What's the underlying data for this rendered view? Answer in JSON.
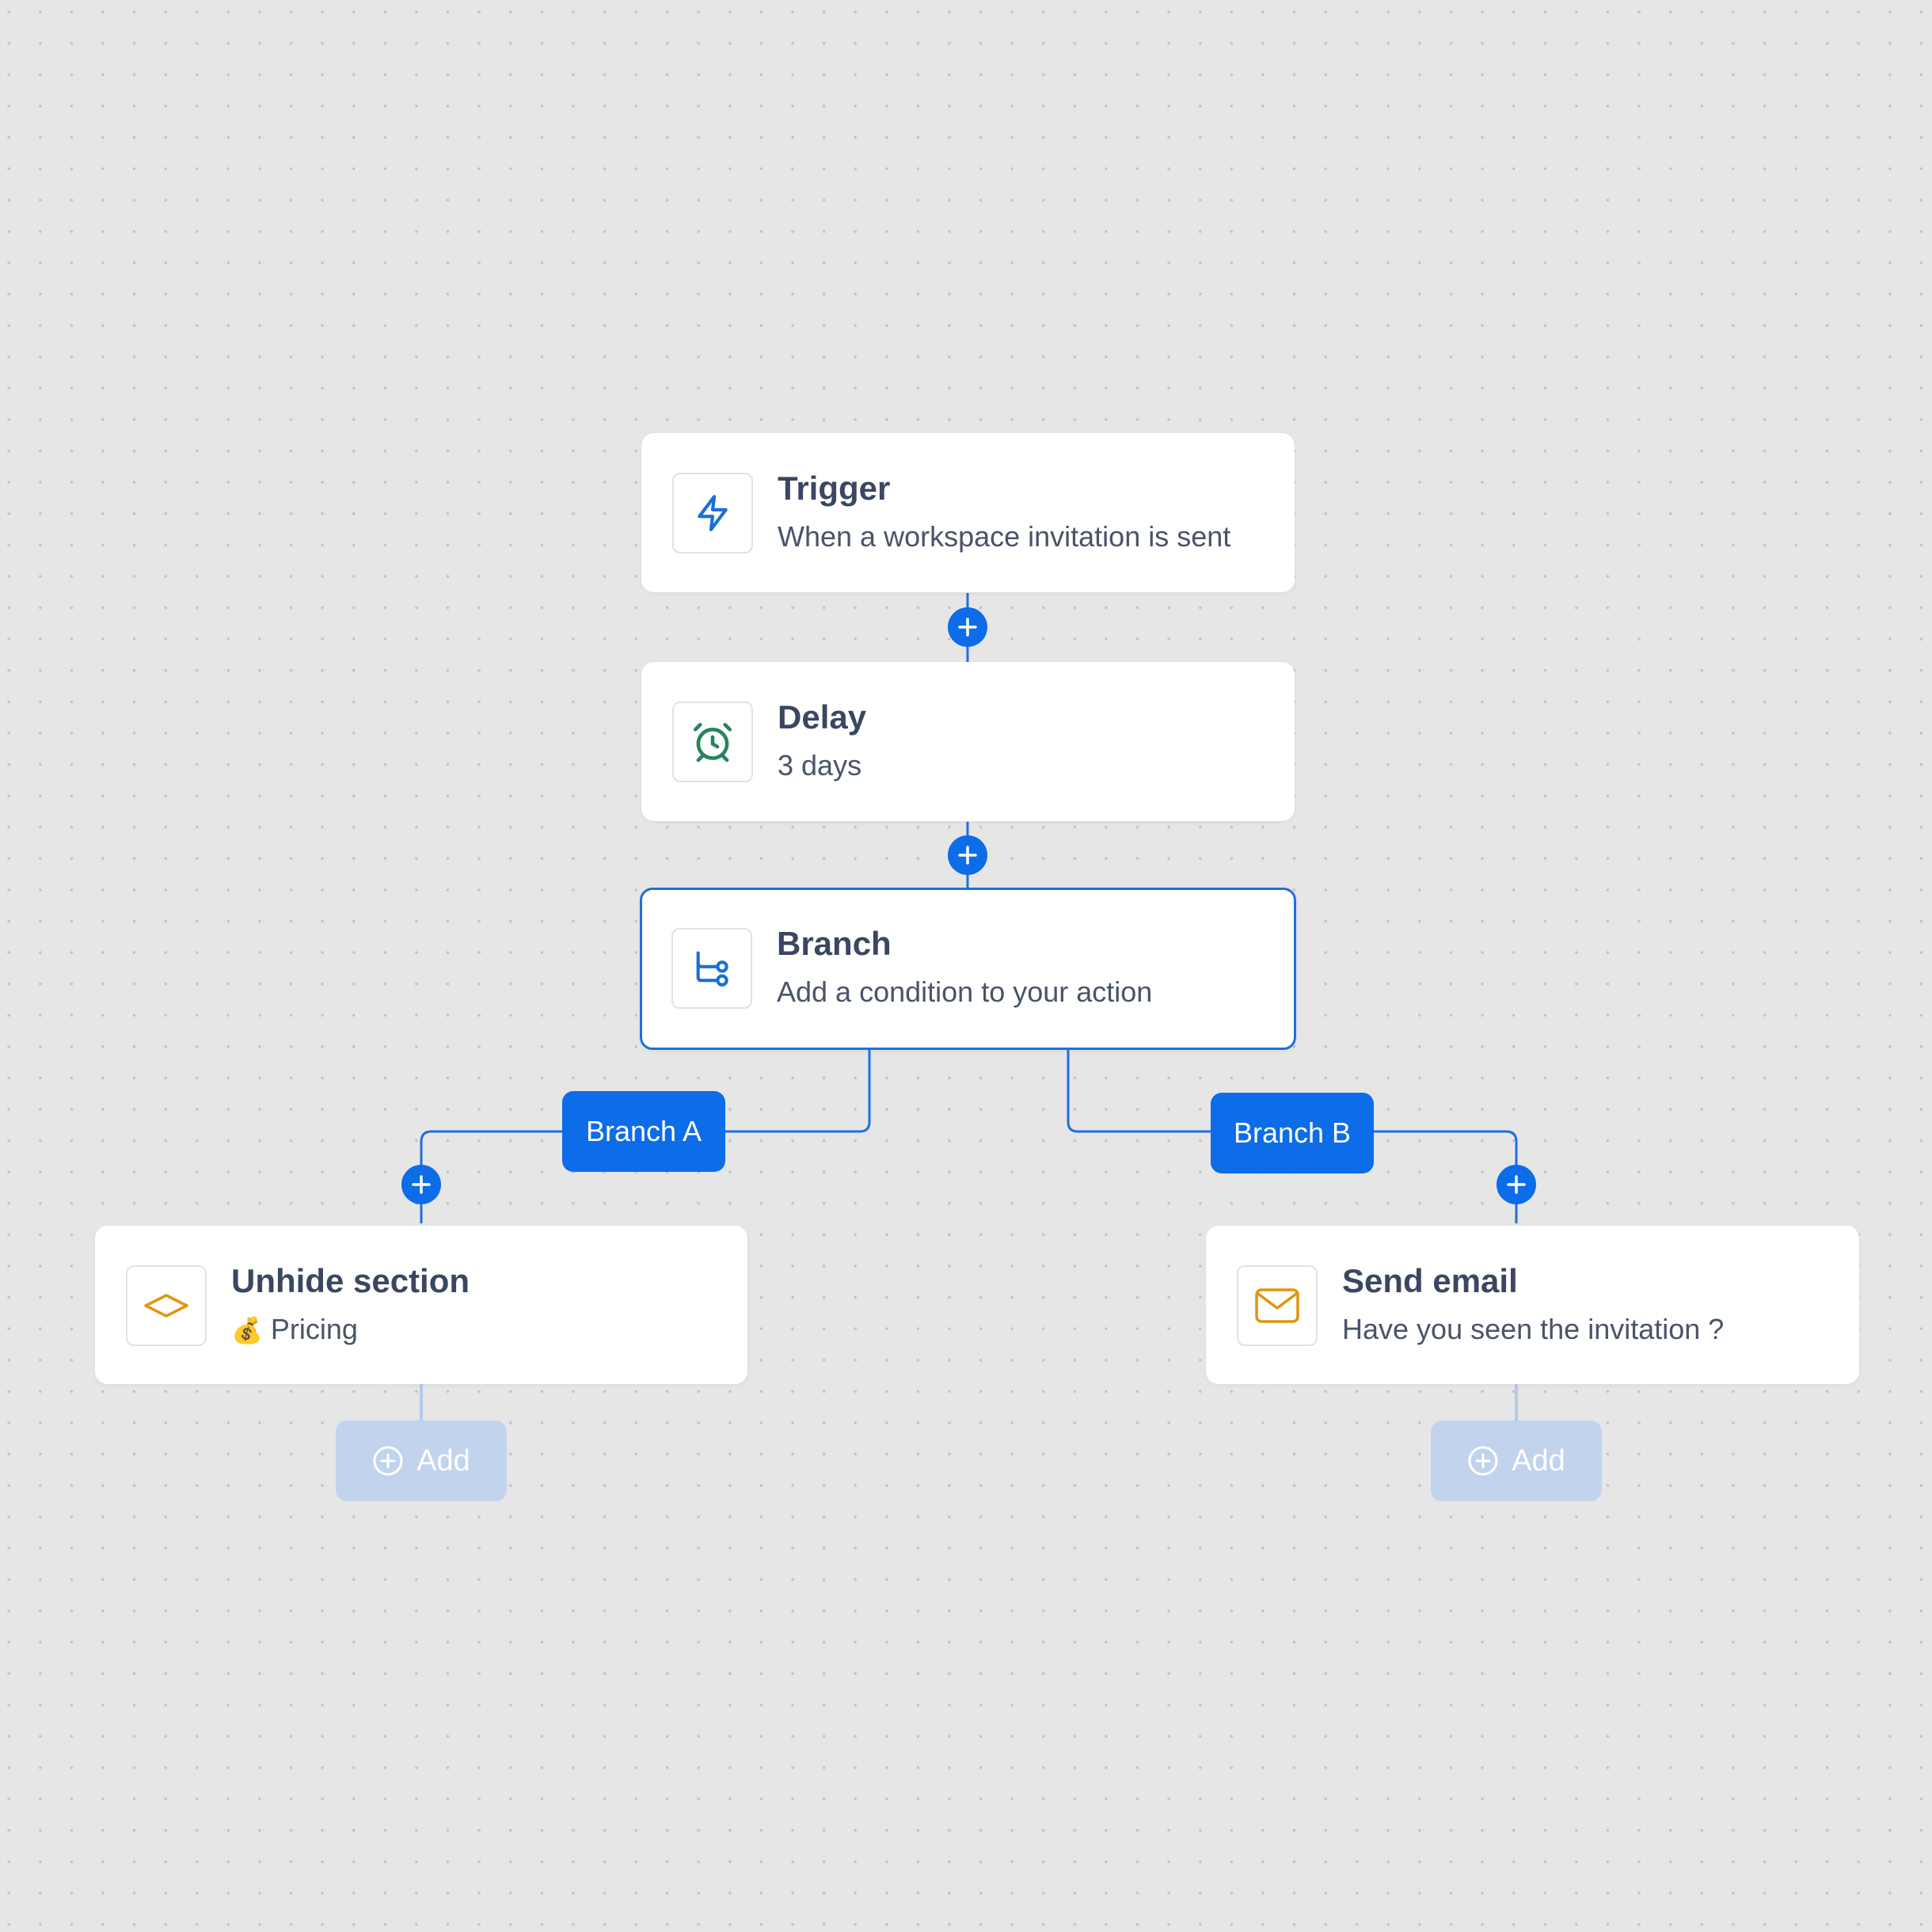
{
  "colors": {
    "background": "#e6e6e7",
    "accent": "#0d6ce8",
    "selected_border": "#1f6fdc",
    "title_text": "#3b4761",
    "subtitle_text": "#4a5468",
    "add_button": "#c2d3ee",
    "trigger_icon": "#1a6fd8",
    "delay_icon": "#27855a",
    "branch_icon": "#1a6fd8",
    "unhide_icon": "#e0960e",
    "email_icon": "#e0960e"
  },
  "workflow": {
    "trigger": {
      "icon": "lightning-bolt-icon",
      "title": "Trigger",
      "subtitle": "When a workspace invitation is sent"
    },
    "delay": {
      "icon": "alarm-clock-icon",
      "title": "Delay",
      "subtitle": "3 days"
    },
    "branch": {
      "icon": "branch-icon",
      "title": "Branch",
      "subtitle": "Add a condition to your action",
      "selected": true
    },
    "branch_a": {
      "label": "Branch A",
      "action": {
        "icon": "diamond-icon",
        "title": "Unhide section",
        "subtitle_emoji": "💰",
        "subtitle": "Pricing"
      },
      "add_label": "Add"
    },
    "branch_b": {
      "label": "Branch B",
      "action": {
        "icon": "envelope-icon",
        "title": "Send email",
        "subtitle": "Have you seen the invitation ?"
      },
      "add_label": "Add"
    }
  }
}
